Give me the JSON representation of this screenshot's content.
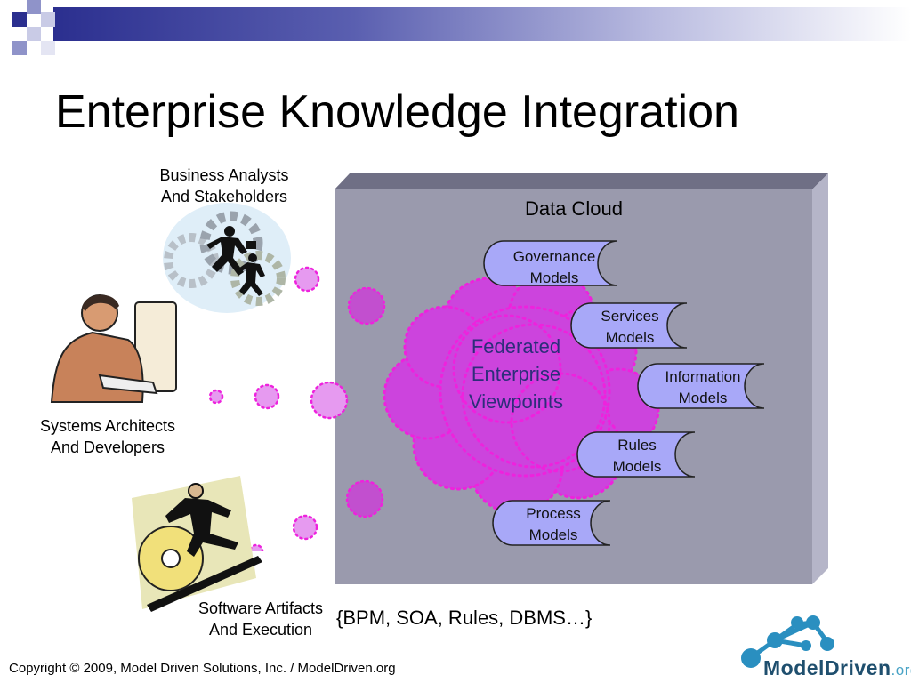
{
  "slide": {
    "title": "Enterprise Knowledge Integration",
    "copyright": "Copyright © 2009, Model Driven Solutions, Inc. / ModelDriven.org"
  },
  "actors": {
    "business": [
      "Business Analysts",
      "And Stakeholders"
    ],
    "systems": [
      "Systems Architects",
      "And Developers"
    ],
    "software": [
      "Software Artifacts",
      "And Execution"
    ]
  },
  "cloud": {
    "title": "Data Cloud",
    "center": [
      "Federated",
      "Enterprise",
      "Viewpoints"
    ],
    "models": [
      {
        "line1": "Governance",
        "line2": "Models"
      },
      {
        "line1": "Services",
        "line2": "Models"
      },
      {
        "line1": "Information",
        "line2": "Models"
      },
      {
        "line1": "Rules",
        "line2": "Models"
      },
      {
        "line1": "Process",
        "line2": "Models"
      }
    ],
    "tags": "{BPM, SOA, Rules, DBMS…}"
  },
  "logo": {
    "name": "ModelDriven",
    "suffix": ".org"
  },
  "colors": {
    "header_bar": "#2b2f8f",
    "box_face": "#9a9aad",
    "model_fill": "#a8a8f8",
    "cloud_fill": "#cc44dd",
    "dotted_stroke": "#ee22dd",
    "logo_blue": "#2a8fc0"
  }
}
